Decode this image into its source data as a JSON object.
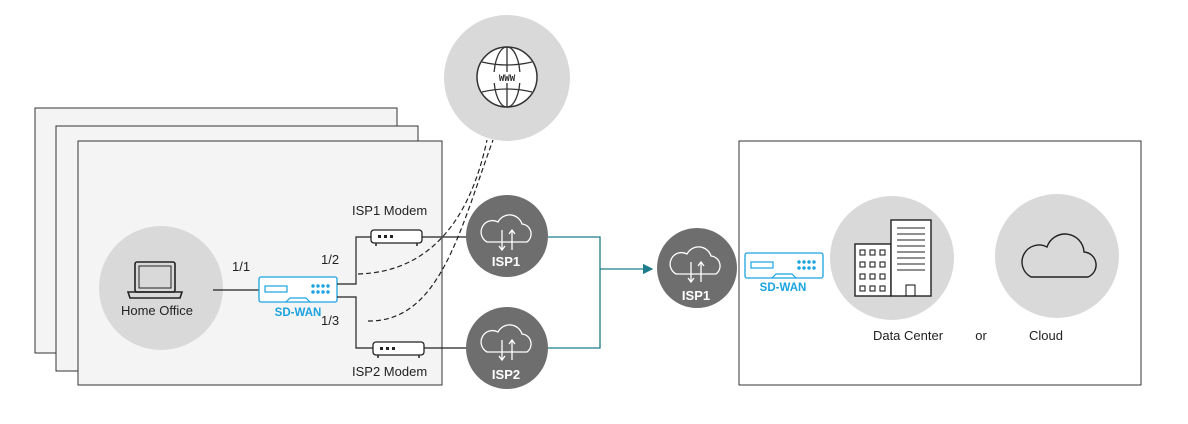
{
  "home": {
    "office_label": "Home Office",
    "port_1": "1/1",
    "port_2": "1/2",
    "port_3": "1/3",
    "sdwan_label": "SD-WAN",
    "isp1_modem_label": "ISP1 Modem",
    "isp2_modem_label": "ISP2 Modem"
  },
  "internet": {
    "www_label": "WWW"
  },
  "isps": {
    "isp1_label": "ISP1",
    "isp2_label": "ISP2",
    "transit_label": "ISP1"
  },
  "destination": {
    "sdwan_label": "SD-WAN",
    "data_center_label": "Data Center",
    "or_label": "or",
    "cloud_label": "Cloud"
  },
  "colors": {
    "teal_link": "#1d7d8a",
    "sdwan_blue": "#1aa3e0",
    "isp_circle": "#6e6e6e",
    "light_circle": "#d9d9d9"
  }
}
